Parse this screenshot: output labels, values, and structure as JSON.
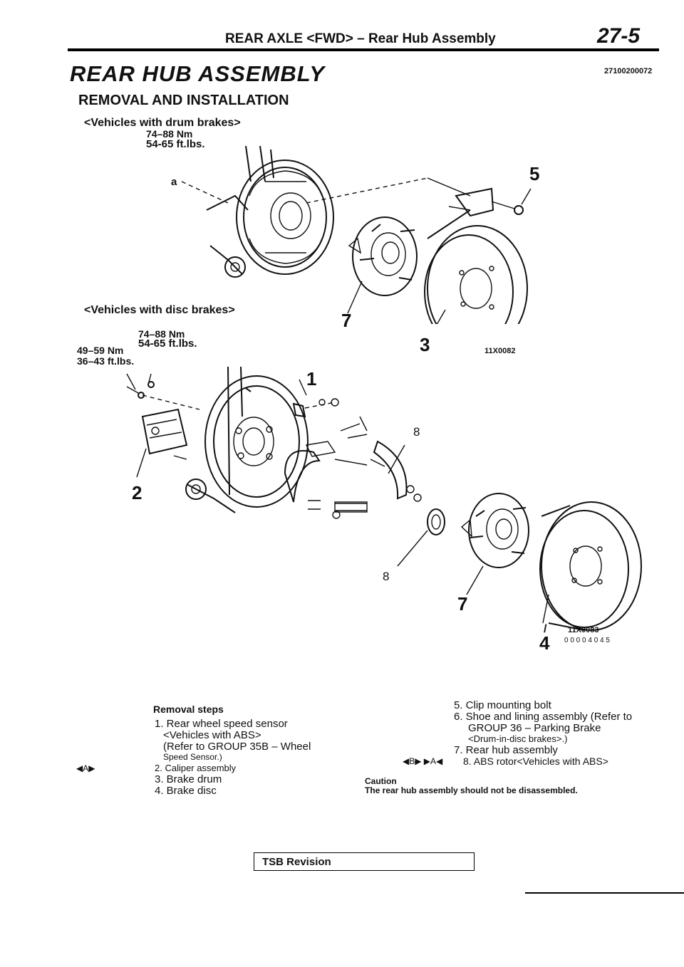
{
  "header": {
    "section": "REAR AXLE <FWD> – Rear Hub Assembly",
    "page_number": "27-5"
  },
  "title": "REAR HUB ASSEMBLY",
  "doc_code": "27100200072",
  "subtitle": "REMOVAL AND INSTALLATION",
  "figure1": {
    "caption": "<Vehicles with drum brakes>",
    "torque_nm": "74–88 Nm",
    "torque_ftlbs": "54-65 ft.lbs.",
    "label_a": "a",
    "callout_5": "5",
    "callout_7": "7",
    "callout_3": "3",
    "code": "11X0082"
  },
  "figure2": {
    "caption": "<Vehicles with disc brakes>",
    "torque_nm": "74–88 Nm",
    "torque_ftlbs": "54-65 ft.lbs.",
    "torque2_nm": "49–59 Nm",
    "torque2_ftlbs": "36–43 ft.lbs.",
    "callout_1": "1",
    "callout_8a": "8",
    "callout_2": "2",
    "callout_8b": "8",
    "callout_7": "7",
    "callout_4": "4",
    "code": "11X0083",
    "code2": "0 0 0 0 4 0 4 5"
  },
  "removal": {
    "heading": "Removal steps",
    "steps_left": [
      "1. Rear wheel speed sensor",
      "<Vehicles with ABS>",
      "(Refer to GROUP 35B – Wheel",
      "Speed Sensor.)",
      "2. Caliper assembly",
      "3. Brake drum",
      "4. Brake disc"
    ],
    "marker_2": "◀A▶",
    "steps_right": [
      "5. Clip mounting bolt",
      "6. Shoe and lining assembly (Refer to",
      "GROUP 36 – Parking Brake",
      "<Drum-in-disc brakes>.)",
      "7. Rear hub assembly",
      "8. ABS rotor<Vehicles with ABS>"
    ],
    "marker_8": "◀B▶ ▶A◀",
    "caution_label": "Caution",
    "caution_text": "The rear hub assembly should not be disassembled."
  },
  "footer": {
    "tsb": "TSB Revision"
  }
}
